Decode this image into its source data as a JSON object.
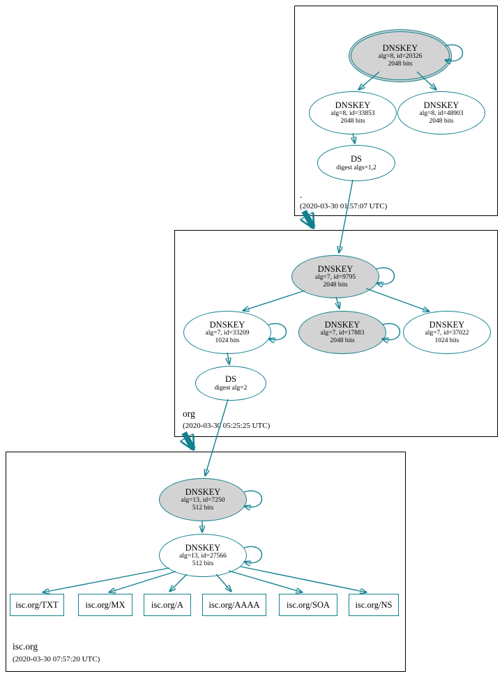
{
  "colors": {
    "edge": "#12818f",
    "ksk_fill": "#d3d3d3",
    "box_border": "#000000"
  },
  "root": {
    "label": ".",
    "timestamp": "(2020-03-30 01:57:07 UTC)",
    "ksk": {
      "title": "DNSKEY",
      "detail": "alg=8, id=20326",
      "bits": "2048 bits"
    },
    "zsk1": {
      "title": "DNSKEY",
      "detail": "alg=8, id=33853",
      "bits": "2048 bits"
    },
    "zsk2": {
      "title": "DNSKEY",
      "detail": "alg=8, id=48903",
      "bits": "2048 bits"
    },
    "ds": {
      "title": "DS",
      "detail": "digest algs=1,2"
    }
  },
  "org": {
    "label": "org",
    "timestamp": "(2020-03-30 05:25:25 UTC)",
    "ksk": {
      "title": "DNSKEY",
      "detail": "alg=7, id=9795",
      "bits": "2048 bits"
    },
    "zsk_left": {
      "title": "DNSKEY",
      "detail": "alg=7, id=33209",
      "bits": "1024 bits"
    },
    "ksk2": {
      "title": "DNSKEY",
      "detail": "alg=7, id=17883",
      "bits": "2048 bits"
    },
    "zsk_right": {
      "title": "DNSKEY",
      "detail": "alg=7, id=37022",
      "bits": "1024 bits"
    },
    "ds": {
      "title": "DS",
      "detail": "digest alg=2"
    }
  },
  "isc": {
    "label": "isc.org",
    "timestamp": "(2020-03-30 07:57:20 UTC)",
    "ksk": {
      "title": "DNSKEY",
      "detail": "alg=13, id=7250",
      "bits": "512 bits"
    },
    "zsk": {
      "title": "DNSKEY",
      "detail": "alg=13, id=27566",
      "bits": "512 bits"
    },
    "rrsets": {
      "txt": "isc.org/TXT",
      "mx": "isc.org/MX",
      "a": "isc.org/A",
      "aaaa": "isc.org/AAAA",
      "soa": "isc.org/SOA",
      "ns": "isc.org/NS"
    }
  }
}
